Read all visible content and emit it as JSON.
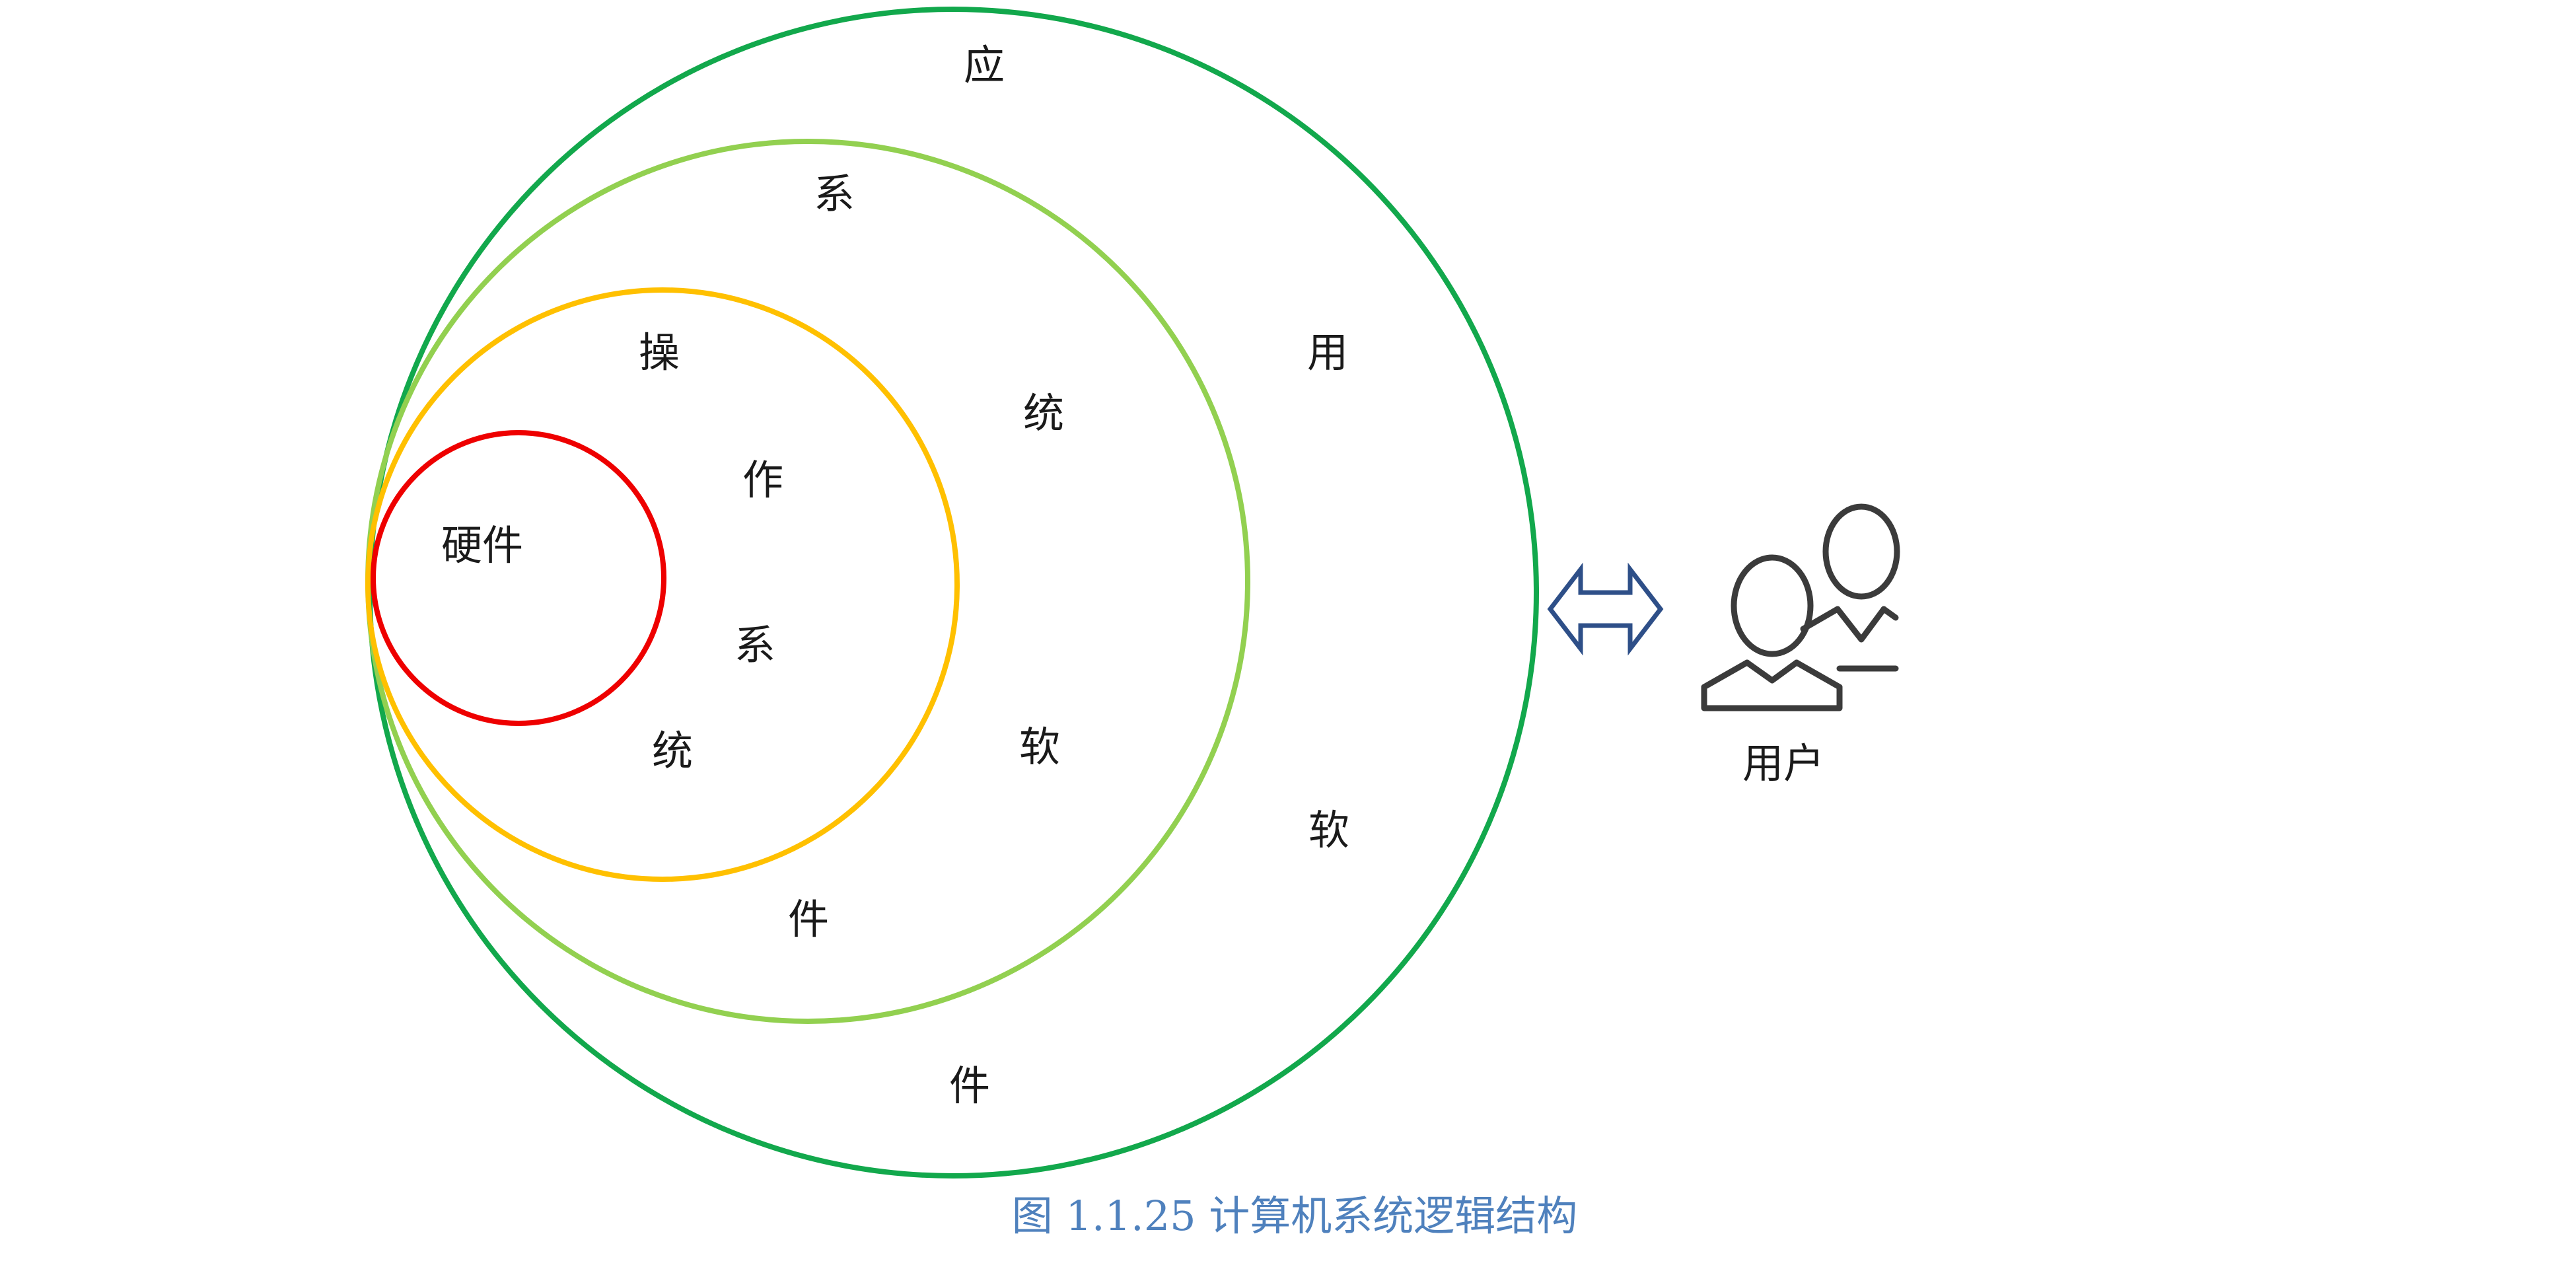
{
  "diagram": {
    "layers": [
      {
        "id": "application-software",
        "label_chars": [
          "应",
          "用",
          "软",
          "件"
        ],
        "color": "#12A84C"
      },
      {
        "id": "system-software",
        "label_chars": [
          "系",
          "统",
          "软",
          "件"
        ],
        "color": "#92D050"
      },
      {
        "id": "operating-system",
        "label_chars": [
          "操",
          "作",
          "系",
          "统"
        ],
        "color": "#FFC000"
      },
      {
        "id": "hardware",
        "label": "硬件",
        "color": "#EE0000"
      }
    ],
    "interaction_arrow": {
      "icon": "double-arrow-icon",
      "color": "#2E4F88"
    },
    "user": {
      "icon": "users-icon",
      "label": "用户",
      "color": "#3b3b3b"
    },
    "caption": {
      "text": "图 1.1.25 计算机系统逻辑结构",
      "color": "#4F81BD"
    }
  }
}
